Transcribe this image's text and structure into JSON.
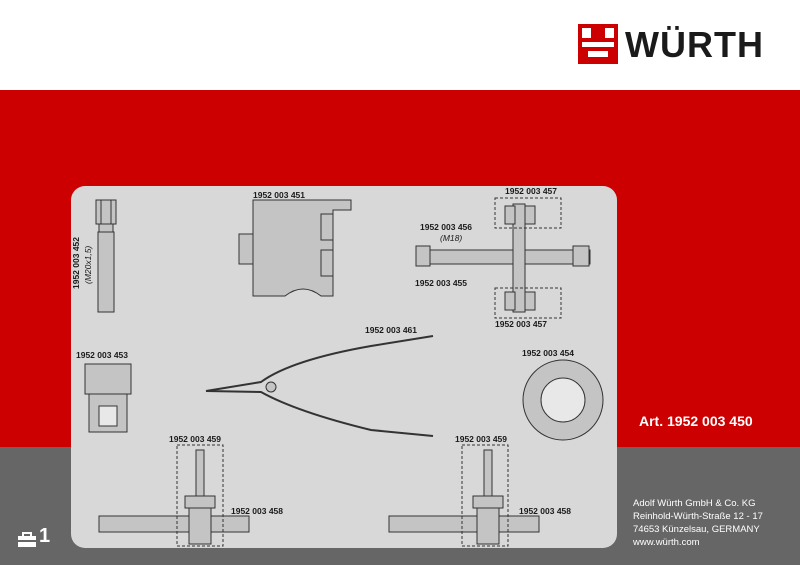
{
  "brand": {
    "name": "WÜRTH"
  },
  "article": "Art. 1952 003 450",
  "parts": {
    "p452": "1952 003 452",
    "p452_thread": "(M20x1,5)",
    "p451": "1952 003 451",
    "p457_top": "1952 003 457",
    "p456": "1952 003 456",
    "p456_thread": "(M18)",
    "p455": "1952 003 455",
    "p457_bottom": "1952 003 457",
    "p461": "1952 003 461",
    "p453": "1952 003 453",
    "p454": "1952 003 454",
    "p459_left": "1952 003 459",
    "p459_right": "1952 003 459",
    "p458_left": "1952 003 458",
    "p458_right": "1952 003 458"
  },
  "address": {
    "company": "Adolf Würth GmbH & Co. KG",
    "street": "Reinhold-Würth-Straße 12 - 17",
    "city": "74653 Künzelsau, GERMANY",
    "web": "www.würth.com"
  },
  "badge": {
    "number": "1",
    "icon": "case-icon"
  },
  "colors": {
    "red": "#cc0000",
    "grey": "#666666",
    "panel": "#d8d8d8"
  }
}
